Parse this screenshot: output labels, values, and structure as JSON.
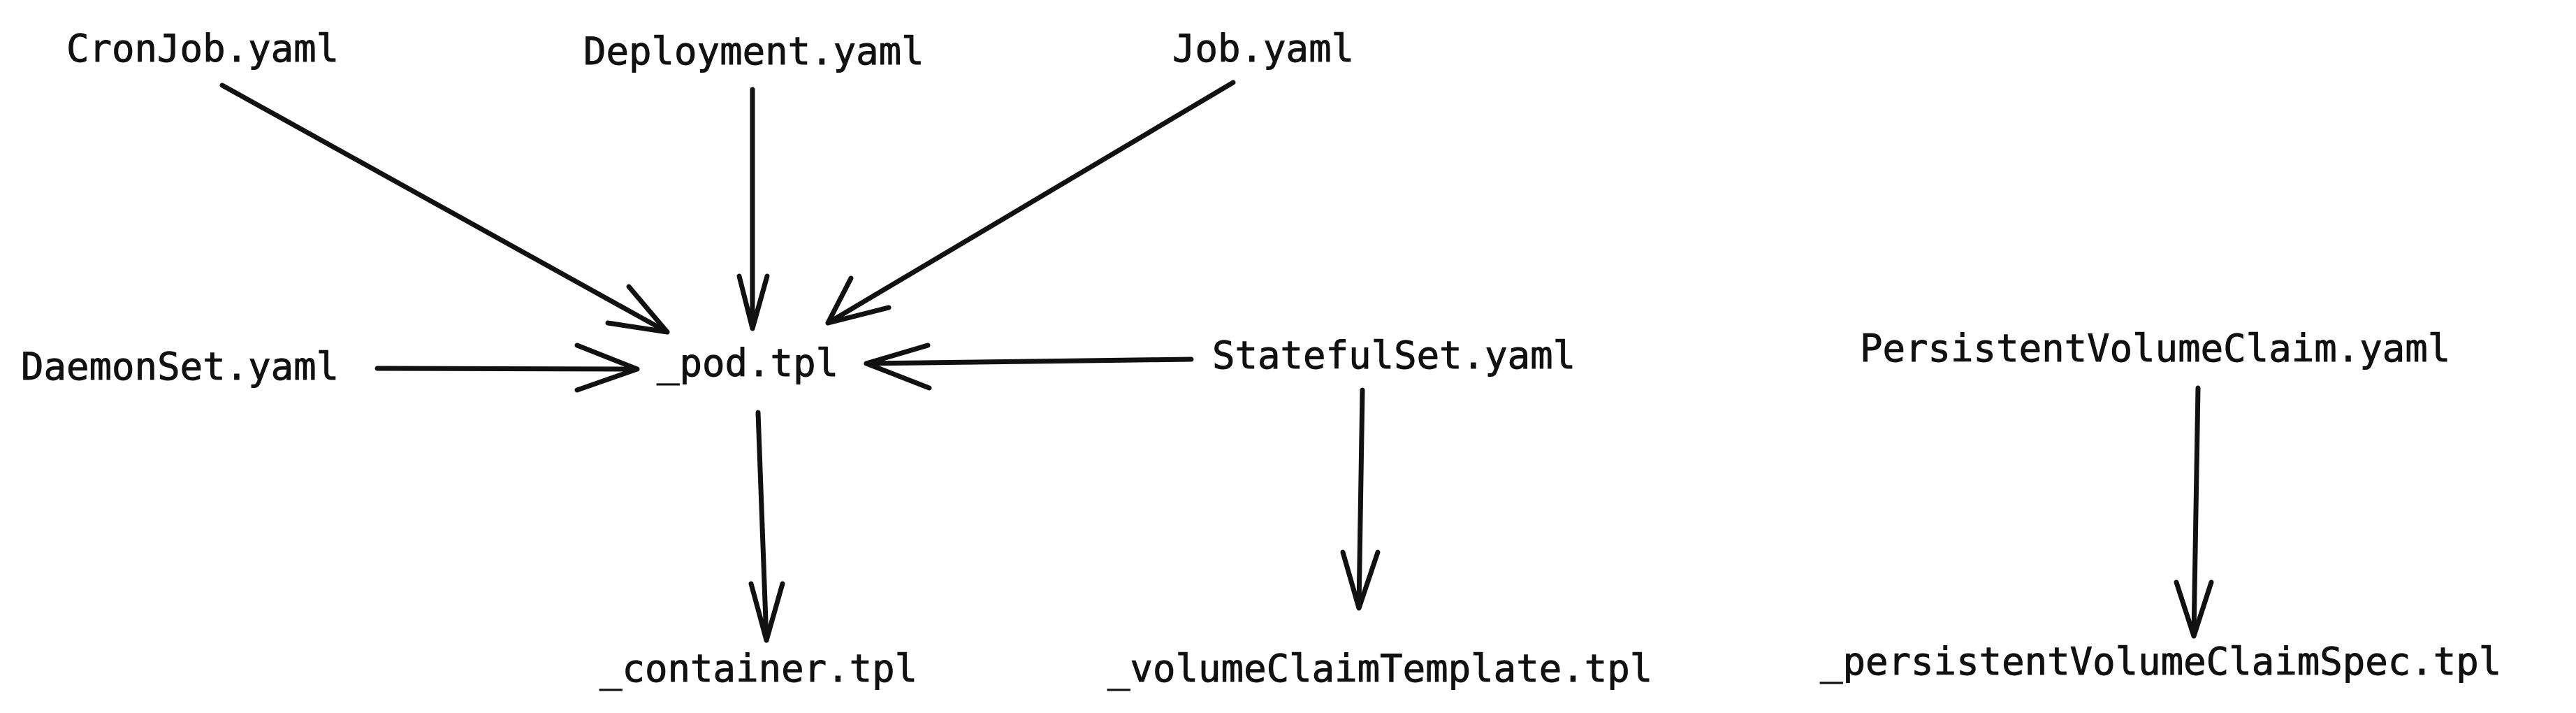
{
  "diagram": {
    "nodes": {
      "cronjob": "CronJob.yaml",
      "deployment": "Deployment.yaml",
      "job": "Job.yaml",
      "daemonset": "DaemonSet.yaml",
      "pod": "_pod.tpl",
      "statefulset": "StatefulSet.yaml",
      "pvc": "PersistentVolumeClaim.yaml",
      "container": "_container.tpl",
      "volumeclaimtemplate": "_volumeClaimTemplate.tpl",
      "pvcspec": "_persistentVolumeClaimSpec.tpl"
    },
    "edges": [
      {
        "from": "CronJob.yaml",
        "to": "_pod.tpl"
      },
      {
        "from": "Deployment.yaml",
        "to": "_pod.tpl"
      },
      {
        "from": "Job.yaml",
        "to": "_pod.tpl"
      },
      {
        "from": "DaemonSet.yaml",
        "to": "_pod.tpl"
      },
      {
        "from": "StatefulSet.yaml",
        "to": "_pod.tpl"
      },
      {
        "from": "_pod.tpl",
        "to": "_container.tpl"
      },
      {
        "from": "StatefulSet.yaml",
        "to": "_volumeClaimTemplate.tpl"
      },
      {
        "from": "PersistentVolumeClaim.yaml",
        "to": "_persistentVolumeClaimSpec.tpl"
      }
    ],
    "colors": {
      "ink": "#111111",
      "background": "#ffffff"
    }
  }
}
